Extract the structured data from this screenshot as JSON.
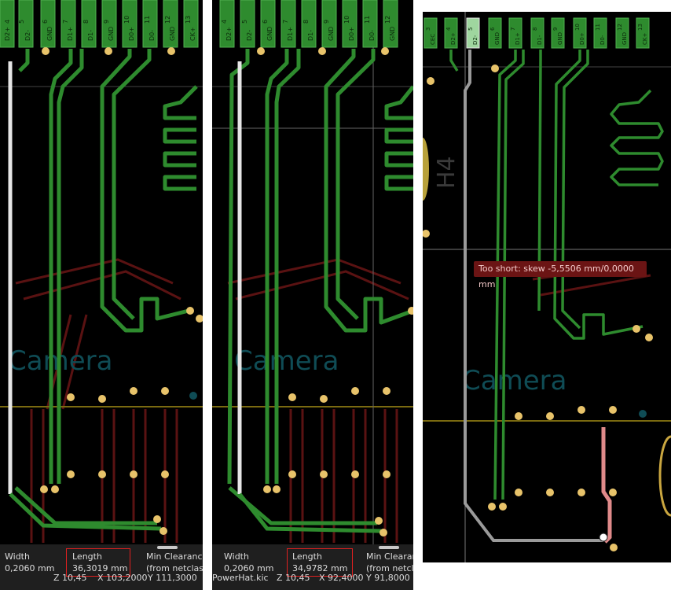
{
  "panels": [
    {
      "id": "left",
      "pin_labels": [
        "D2+",
        "D2-",
        "GND",
        "D1+",
        "D1-",
        "GND",
        "D0+",
        "D0-",
        "GND",
        "CK+"
      ],
      "pin_numbers": [
        "4",
        "5",
        "6",
        "7",
        "8",
        "9",
        "10",
        "11",
        "12",
        "13"
      ],
      "silkscreen_text": "Camera",
      "status": {
        "width_label": "Width",
        "width_value": "0,2060 mm",
        "length_label": "Length",
        "length_value": "36,3019 mm",
        "clearance_label": "Min Clearance",
        "clearance_value": "(from netclass",
        "z": "Z 10,45",
        "x": "X 103,2000",
        "y": "Y 111,3000"
      }
    },
    {
      "id": "middle",
      "pin_labels": [
        "D2+",
        "D2-",
        "GND",
        "D1+",
        "D1-",
        "GND",
        "D0+",
        "D0-",
        "GND"
      ],
      "pin_numbers": [
        "4",
        "5",
        "6",
        "7",
        "8",
        "9",
        "10",
        "11",
        "12"
      ],
      "silkscreen_text": "Camera",
      "status": {
        "width_label": "Width",
        "width_value": "0,2060 mm",
        "length_label": "Length",
        "length_value": "34,9782 mm",
        "clearance_label": "Min Clearan",
        "clearance_value": "(from netcl",
        "file": "PowerHat.kic",
        "z": "Z 10,45",
        "x": "X 92,4000",
        "y": "Y 91,8000"
      }
    },
    {
      "id": "right",
      "pin_labels": [
        "CEC",
        "D2+",
        "D2-",
        "GND",
        "D1+",
        "D1-",
        "GND",
        "D0+",
        "D0-",
        "GND",
        "CK+"
      ],
      "pin_numbers": [
        "3",
        "4",
        "5",
        "6",
        "7",
        "8",
        "9",
        "10",
        "11",
        "12",
        "13"
      ],
      "silkscreen_text": "Camera",
      "ref_text": "H4",
      "tooltip": "Too short: skew -5,5506 mm/0,0000 mm"
    }
  ],
  "colors": {
    "background": "#000000",
    "front_copper": "#2e8b2e",
    "back_copper": "#5a1212",
    "highlight_track": "#e6e6e6",
    "pad": "#e8c36a",
    "silkscreen_teal": "#0f4c55",
    "status_highlight_box": "#e02020"
  }
}
